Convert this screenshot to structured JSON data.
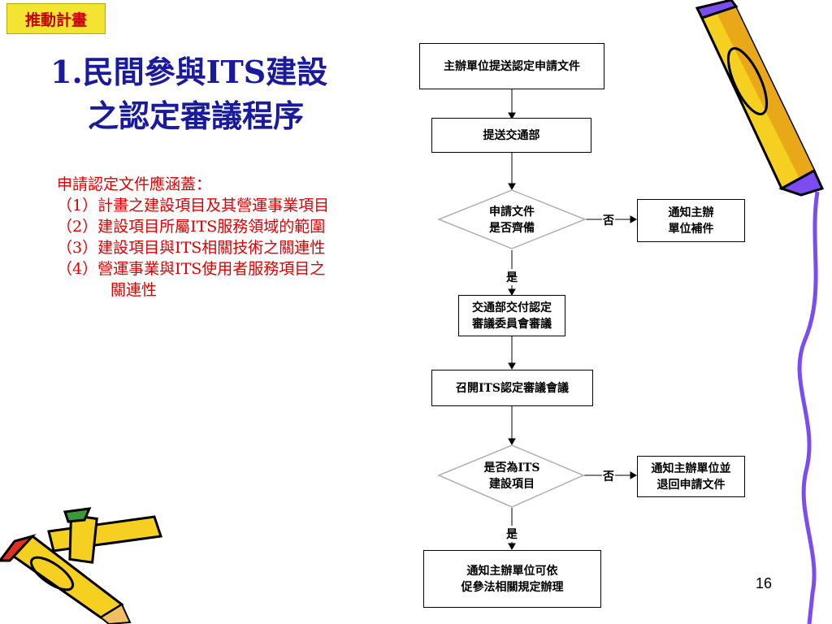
{
  "tag_label": "推動計畫",
  "title": {
    "line1": "1.民間參與ITS建設",
    "line2": "之認定審議程序"
  },
  "requirements": {
    "heading": "申請認定文件應涵蓋：",
    "items": [
      "（1）計畫之建設項目及其營運事業項目",
      "（2）建設項目所屬ITS服務領域的範圍",
      "（3）建設項目與ITS相關技術之關連性",
      "（4）營運事業與ITS使用者服務項目之"
    ],
    "item4_cont": "關連性"
  },
  "flow": {
    "step1": "主辦單位提送認定申請文件",
    "step2": "提送交通部",
    "decision1": {
      "line1": "申請文件",
      "line2": "是否齊備"
    },
    "no1_label": "否",
    "notify1": {
      "line1": "通知主辦",
      "line2": "單位補件"
    },
    "yes1_label": "是",
    "step3": {
      "line1": "交通部交付認定",
      "line2": "審議委員會審議"
    },
    "step4": "召開ITS認定審議會議",
    "decision2": {
      "line1": "是否為ITS",
      "line2": "建設項目"
    },
    "no2_label": "否",
    "notify2": {
      "line1": "通知主辦單位並",
      "line2": "退回申請文件"
    },
    "yes2_label": "是",
    "final": {
      "line1": "通知主辦單位可依",
      "line2": "促參法相關規定辦理"
    }
  },
  "page_number": "16",
  "colors": {
    "title": "#1a1a9e",
    "requirements": "#e00000",
    "tag_bg": "#f4e432",
    "pencil_body": "#f6d020",
    "pencil_accent": "#7c4cf0"
  }
}
